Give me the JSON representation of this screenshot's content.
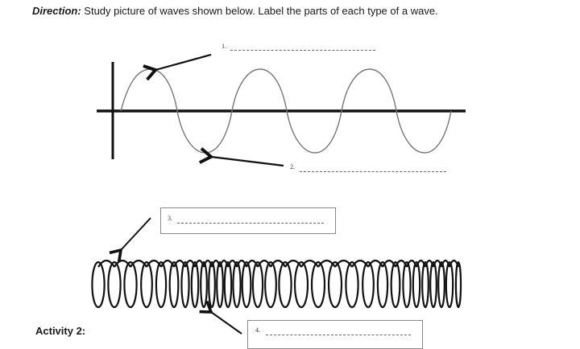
{
  "direction": {
    "label": "Direction:",
    "text": " Study picture of waves shown below. Label the parts of each type of a wave."
  },
  "transverse_wave": {
    "label_1": "1.",
    "label_2": "2."
  },
  "longitudinal_wave": {
    "label_3": "3.",
    "label_4": "4."
  },
  "activity": {
    "title": "Activity 2:"
  }
}
